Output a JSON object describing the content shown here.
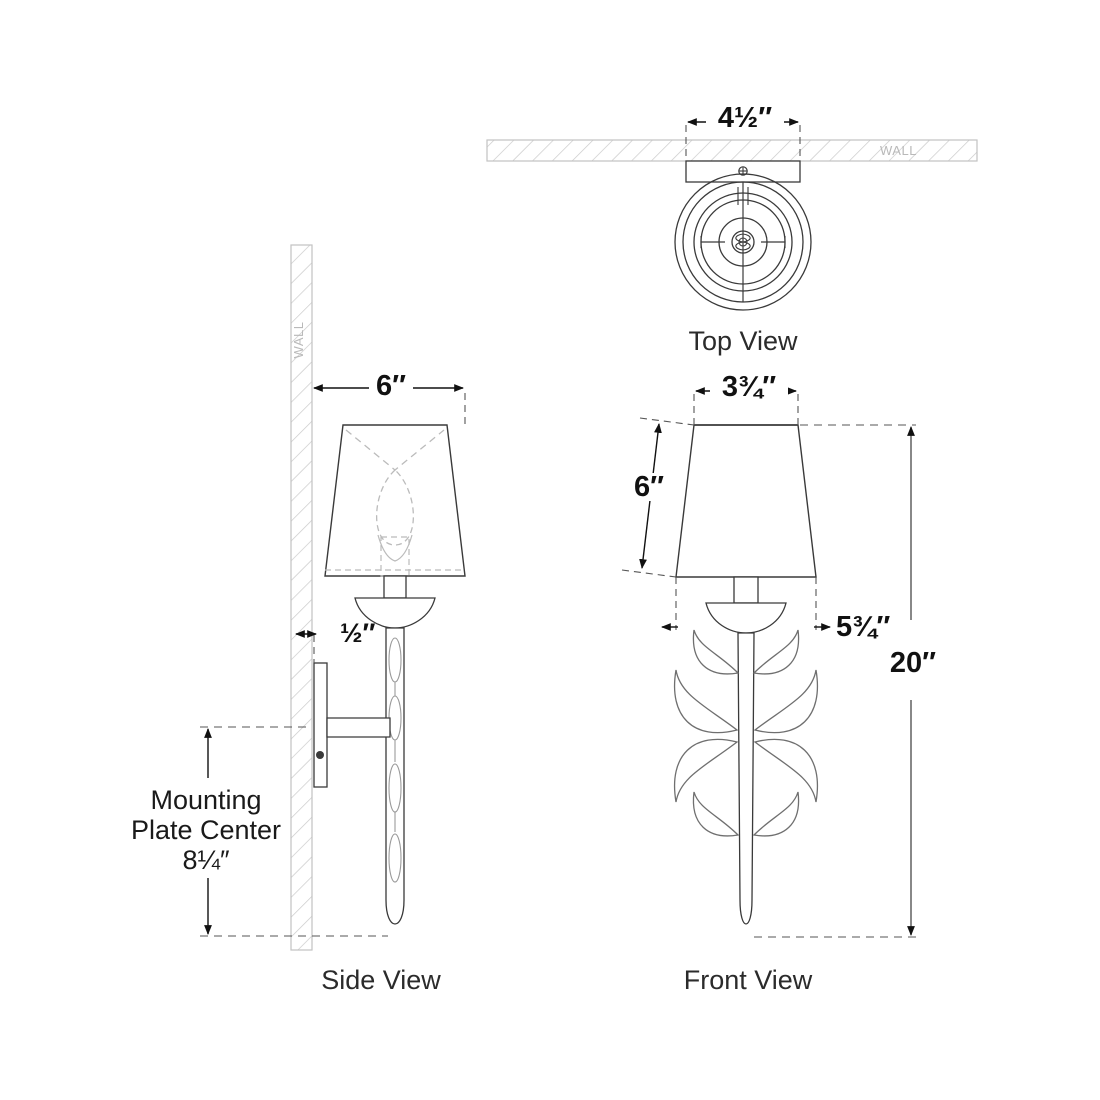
{
  "document": {
    "type": "product-dimensional-drawing",
    "subject": "wall sconce with leaf stem and tapered shade",
    "background_color": "#ffffff",
    "line_color": "#3a3a3a",
    "dim_color": "#111111",
    "hatch_color": "#c8c8c8"
  },
  "views": {
    "top": {
      "label": "Top View",
      "wall_label": "WALL"
    },
    "side": {
      "label": "Side View",
      "wall_label": "WALL"
    },
    "front": {
      "label": "Front View"
    }
  },
  "dimensions": {
    "backplate_width": "4½″",
    "side_projection": "6″",
    "wall_gap": "½″",
    "shade_top_diameter": "3¾″",
    "shade_slant_height": "6″",
    "shade_bottom_diameter": "5¾″",
    "overall_height": "20″"
  },
  "notes": {
    "mounting_plate_line1": "Mounting",
    "mounting_plate_line2": "Plate Center",
    "mounting_plate_value": "8¼″"
  }
}
